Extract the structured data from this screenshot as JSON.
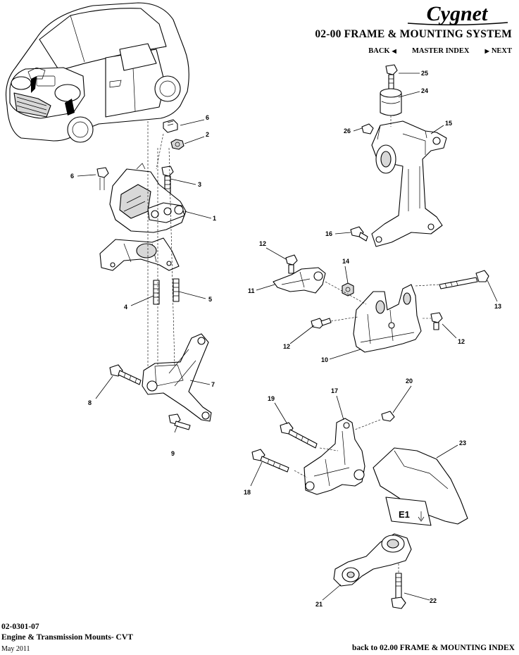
{
  "header": {
    "brand": "Cygnet",
    "title": "02-00 FRAME & MOUNTING SYSTEM",
    "nav": {
      "back": "BACK",
      "master_index": "MASTER INDEX",
      "next": "NEXT"
    }
  },
  "callouts": {
    "c1": "1",
    "c2": "2",
    "c3": "3",
    "c4": "4",
    "c5": "5",
    "c6a": "6",
    "c6b": "6",
    "c7": "7",
    "c8": "8",
    "c9": "9",
    "c10": "10",
    "c11": "11",
    "c12a": "12",
    "c12b": "12",
    "c12c": "12",
    "c13": "13",
    "c14": "14",
    "c15": "15",
    "c16": "16",
    "c17": "17",
    "c18": "18",
    "c19": "19",
    "c20": "20",
    "c21": "21",
    "c22": "22",
    "c23": "23",
    "c24": "24",
    "c25": "25",
    "c26": "26"
  },
  "part_mark": "E1",
  "footer": {
    "code": "02-0301-07",
    "description": "Engine & Transmission Mounts- CVT",
    "date": "May 2011",
    "back_link": "back to 02.00 FRAME & MOUNTING INDEX"
  }
}
